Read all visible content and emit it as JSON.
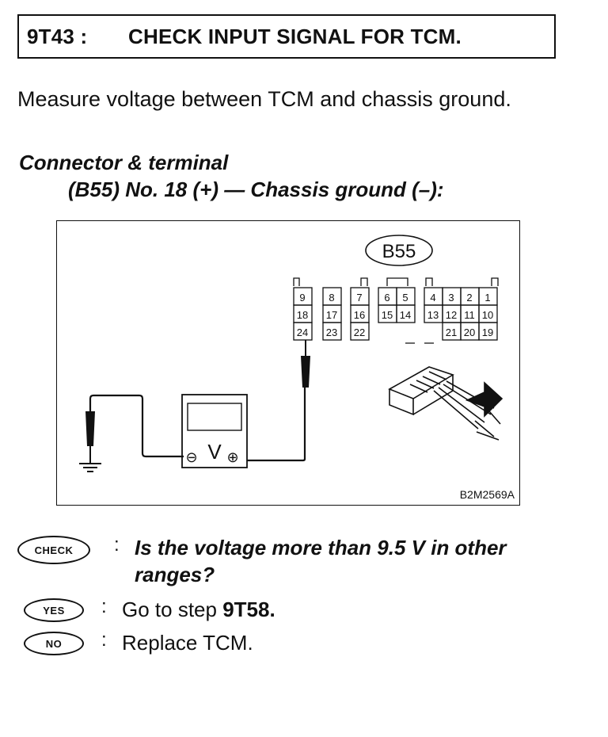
{
  "header": {
    "code": "9T43 :",
    "title": "CHECK INPUT SIGNAL FOR TCM."
  },
  "intro": "Measure voltage between TCM and chassis ground.",
  "connector": {
    "label": "Connector & terminal",
    "value": "(B55) No. 18 (+) — Chassis ground (–):"
  },
  "figure": {
    "connector_name": "B55",
    "terminals_row1": [
      "9",
      "8",
      "7",
      "6",
      "5",
      "4",
      "3",
      "2",
      "1"
    ],
    "terminals_row2": [
      "18",
      "17",
      "16",
      "15",
      "14",
      "13",
      "12",
      "11",
      "10"
    ],
    "terminals_row3": [
      "24",
      "23",
      "22",
      "21",
      "20",
      "19"
    ],
    "meter_label": "V",
    "meter_minus": "⊖",
    "meter_plus": "⊕",
    "code": "B2M2569A"
  },
  "check": {
    "badge": "CHECK",
    "question": "Is the voltage more than 9.5 V in other ranges?"
  },
  "yes": {
    "badge": "YES",
    "prefix": "Go to step ",
    "step": "9T58."
  },
  "no": {
    "badge": "NO",
    "text": "Replace TCM."
  },
  "separator": ":"
}
